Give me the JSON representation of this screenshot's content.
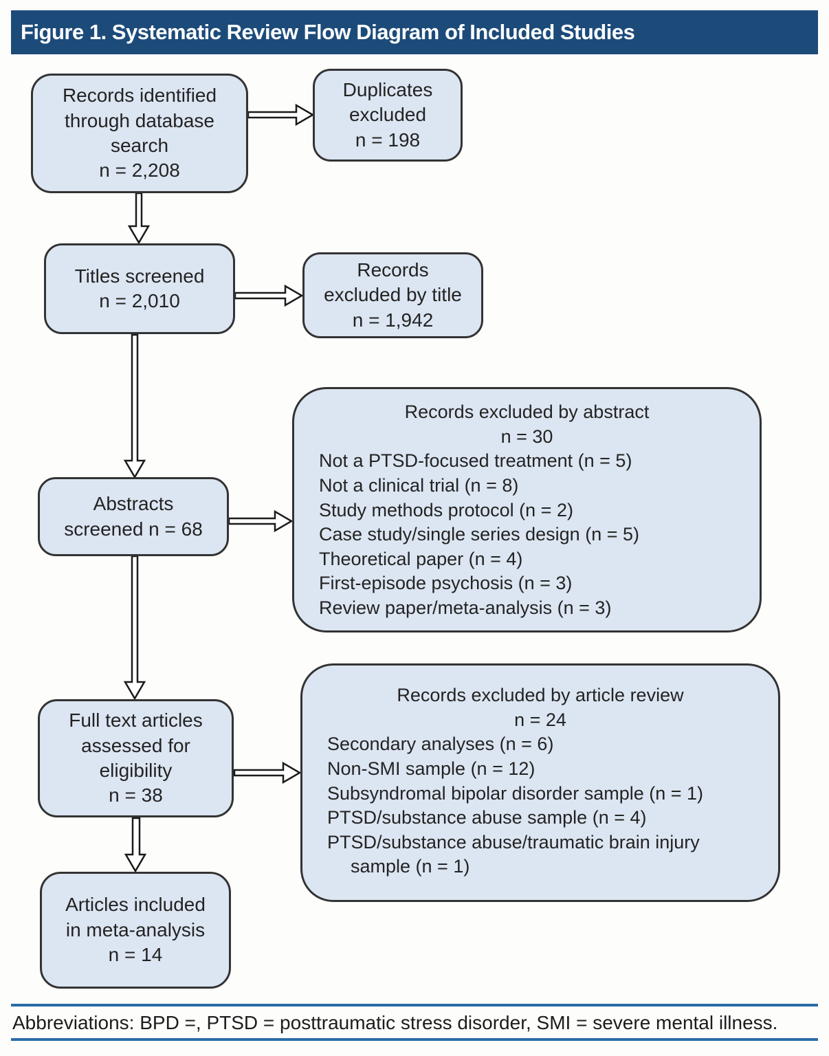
{
  "title": "Figure 1. Systematic Review Flow Diagram of Included Studies",
  "colors": {
    "header_bg": "#1c4b7a",
    "box_fill": "#dce6f2",
    "box_border": "#333333",
    "rule_blue": "#2a6ca6",
    "arrow_outline": "#1a1a1a"
  },
  "boxes": {
    "records_identified": {
      "lines": [
        "Records identified",
        "through database",
        "search",
        "n = 2,208"
      ]
    },
    "duplicates_excluded": {
      "lines": [
        "Duplicates",
        "excluded",
        "n = 198"
      ]
    },
    "titles_screened": {
      "lines": [
        "Titles screened",
        "n = 2,010"
      ]
    },
    "excluded_by_title": {
      "lines": [
        "Records",
        "excluded by title",
        "n = 1,942"
      ]
    },
    "abstracts_screened": {
      "lines": [
        "Abstracts",
        "screened n = 68"
      ]
    },
    "excluded_by_abstract": {
      "header": [
        "Records excluded by abstract",
        "n = 30"
      ],
      "items": [
        "Not a PTSD-focused treatment (n = 5)",
        "Not a clinical trial (n = 8)",
        "Study methods protocol (n = 2)",
        "Case study/single series design (n = 5)",
        "Theoretical paper (n = 4)",
        "First-episode psychosis (n = 3)",
        "Review paper/meta-analysis (n = 3)"
      ]
    },
    "full_text_assessed": {
      "lines": [
        "Full text articles",
        "assessed for",
        "eligibility",
        "n = 38"
      ]
    },
    "excluded_by_article_review": {
      "header": [
        "Records excluded by article review",
        "n = 24"
      ],
      "items": [
        "Secondary analyses (n = 6)",
        "Non-SMI sample (n = 12)",
        "Subsyndromal bipolar disorder sample (n = 1)",
        "PTSD/substance abuse sample (n = 4)",
        "PTSD/substance abuse/traumatic brain injury sample (n = 1)"
      ]
    },
    "articles_included": {
      "lines": [
        "Articles included",
        "in meta-analysis",
        "n = 14"
      ]
    }
  },
  "footer": {
    "abbreviations": "Abbreviations: BPD =, PTSD = posttraumatic stress disorder, SMI = severe mental illness."
  }
}
